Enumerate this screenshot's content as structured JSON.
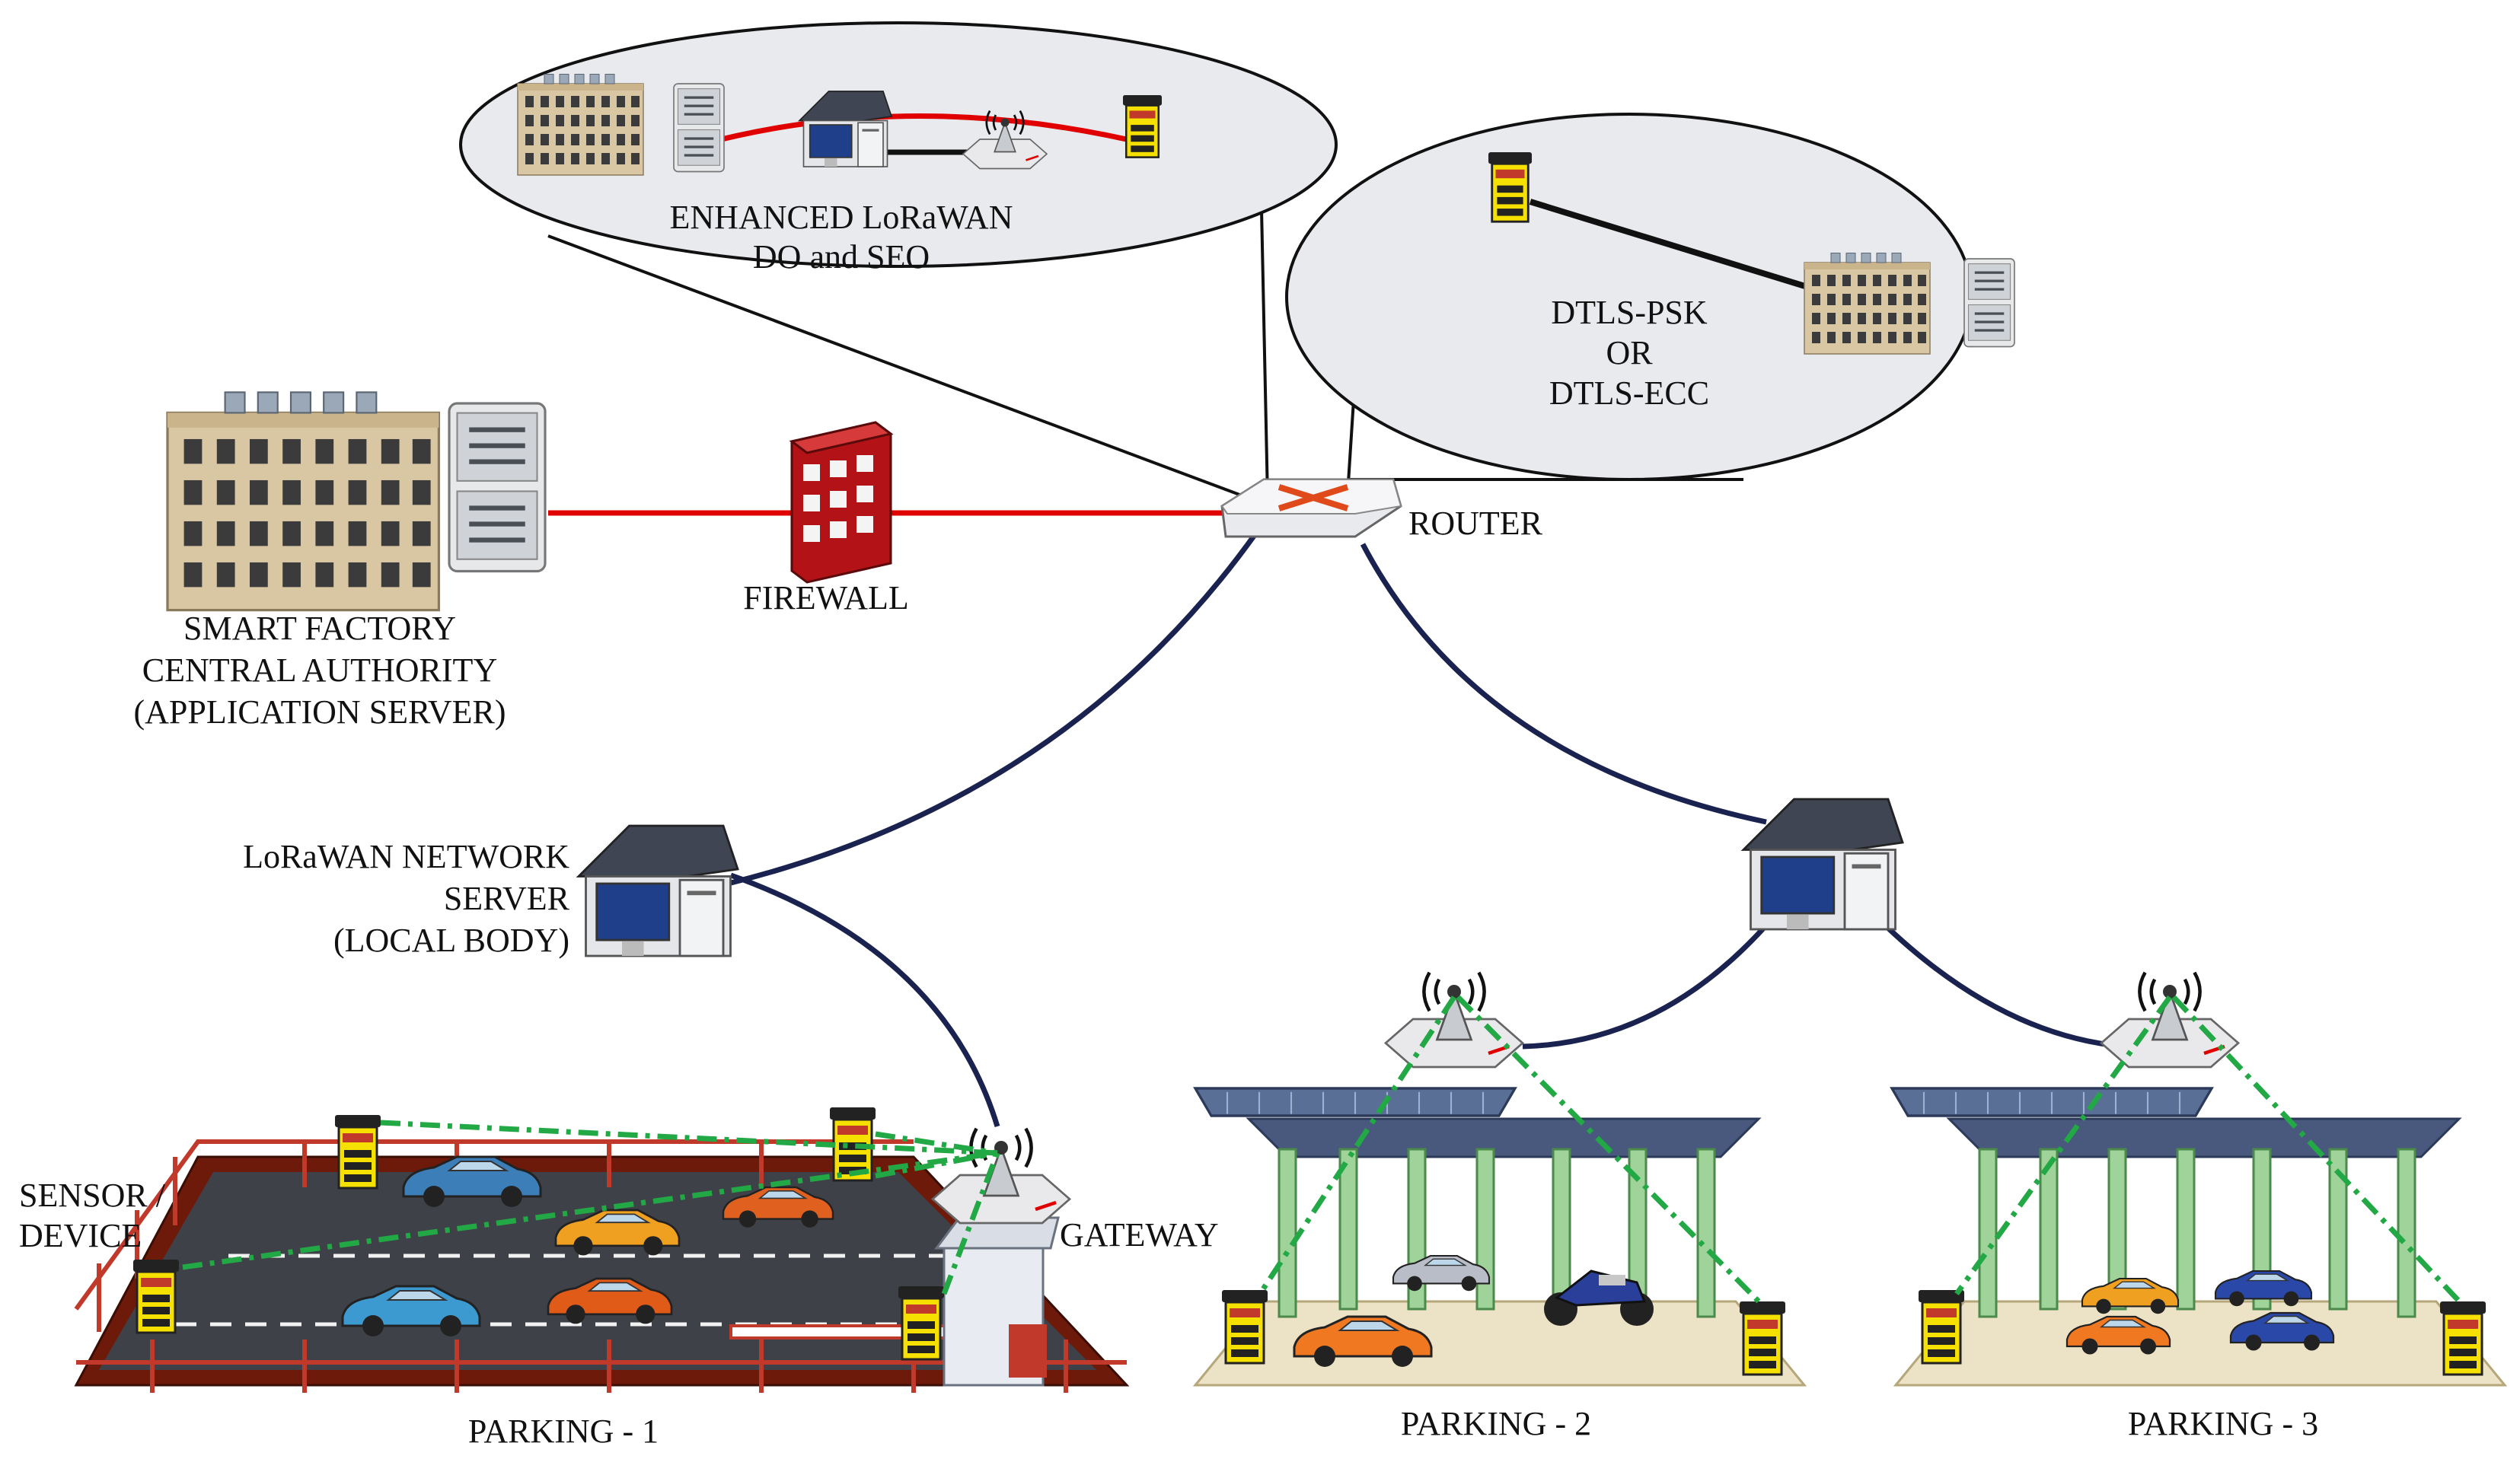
{
  "labels": {
    "enhanced_line1": "ENHANCED LoRaWAN",
    "enhanced_line2": "DO and SEO",
    "dtls_line1": "DTLS-PSK",
    "dtls_line2": "OR",
    "dtls_line3": "DTLS-ECC",
    "factory_line1": "SMART FACTORY",
    "factory_line2": "CENTRAL AUTHORITY",
    "factory_line3": "(APPLICATION SERVER)",
    "firewall": "FIREWALL",
    "router": "ROUTER",
    "network_server_line1": "LoRaWAN NETWORK",
    "network_server_line2": "SERVER",
    "network_server_line3": "(LOCAL BODY)",
    "sensor_line1": "SENSOR /",
    "sensor_line2": "DEVICE",
    "gateway": "GATEWAY",
    "parking1": "PARKING - 1",
    "parking2": "PARKING - 2",
    "parking3": "PARKING - 3"
  },
  "colors": {
    "secure_link": "#e00000",
    "network_link": "#1a2350",
    "radio_link": "#22a844",
    "ellipse_fill": "#e8eaed",
    "sensor_yellow": "#f5e000",
    "building": "#d9c7a4",
    "canopy": "#5a6f96",
    "pillar": "#9fd39a"
  },
  "icons": {
    "factory": "factory-building-icon",
    "server_rack": "server-rack-icon",
    "firewall": "firewall-icon",
    "router": "router-icon",
    "network_server": "network-server-icon",
    "gateway": "gateway-antenna-icon",
    "sensor": "parking-sensor-icon"
  }
}
